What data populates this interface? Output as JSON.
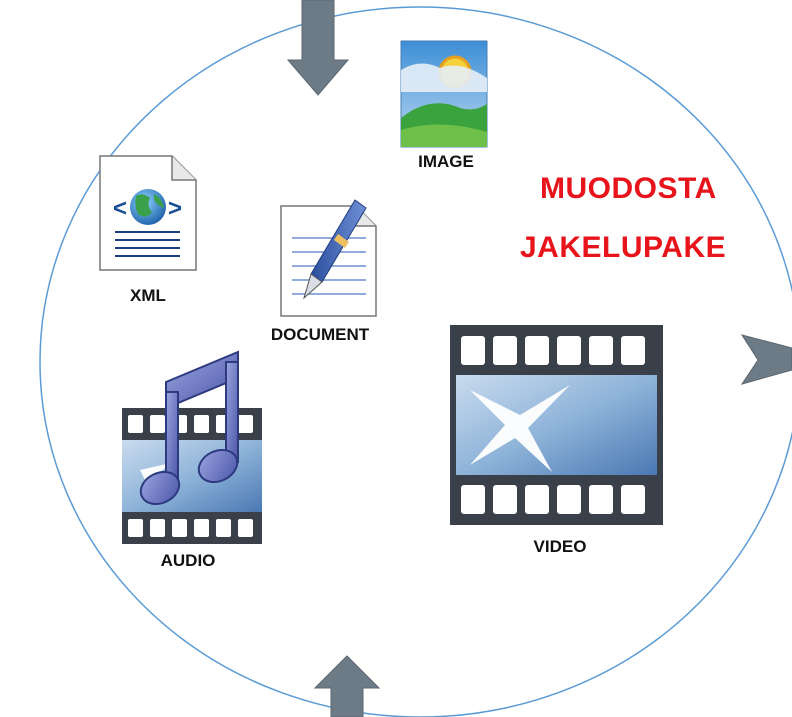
{
  "headline": {
    "line1": "MUODOSTA",
    "line2": "JAKELUPAKE"
  },
  "items": {
    "image": {
      "label": "IMAGE",
      "icon": "image-icon"
    },
    "xml": {
      "label": "XML",
      "icon": "xml-document-icon"
    },
    "document": {
      "label": "DOCUMENT",
      "icon": "document-pen-icon"
    },
    "audio": {
      "label": "AUDIO",
      "icon": "audio-film-icon"
    },
    "video": {
      "label": "VIDEO",
      "icon": "video-film-icon"
    }
  },
  "colors": {
    "headline": "#e8141c",
    "circle": "#5b9bd5",
    "arrow": "#6d7b86",
    "film": "#3a4049",
    "film_panel": "#8fb4d9"
  }
}
